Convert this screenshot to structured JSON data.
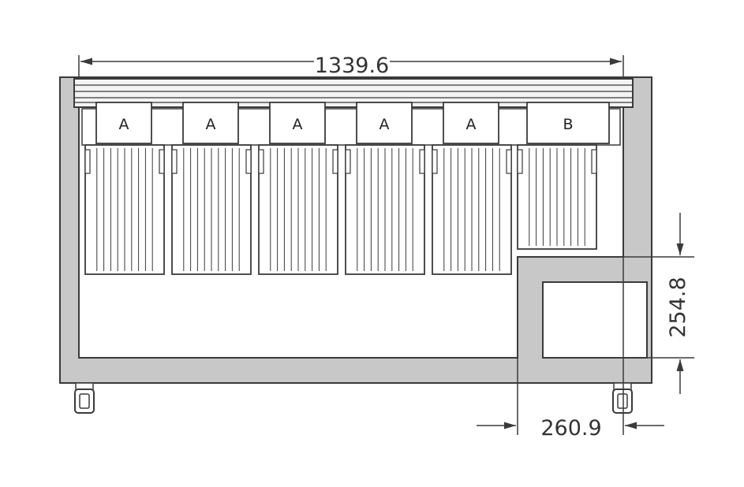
{
  "diagram": {
    "overall_width": "1339.6",
    "compressor_height": "254.8",
    "compressor_width": "260.9"
  },
  "baskets": [
    {
      "label": "A"
    },
    {
      "label": "A"
    },
    {
      "label": "A"
    },
    {
      "label": "A"
    },
    {
      "label": "A"
    },
    {
      "label": "B"
    }
  ],
  "colors": {
    "cabinet_fill": "#c8c8c8",
    "line": "#3a3a3a",
    "background": "#ffffff"
  }
}
